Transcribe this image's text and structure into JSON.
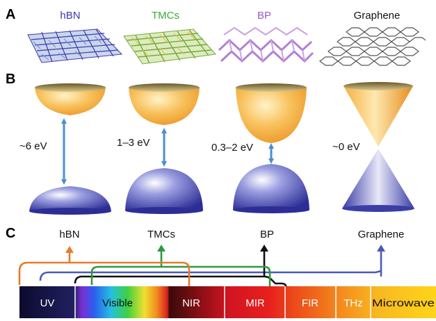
{
  "panels": {
    "a": "A",
    "b": "B",
    "c": "C"
  },
  "materials": [
    {
      "name": "hBN",
      "color": "#3d3aa8"
    },
    {
      "name": "TMCs",
      "color": "#3aaa3a"
    },
    {
      "name": "BP",
      "color": "#9a5bc4"
    },
    {
      "name": "Graphene",
      "color": "#111111"
    }
  ],
  "band_gaps": [
    "~6 eV",
    "1–3 eV",
    "0.3–2 eV",
    "~0 eV"
  ],
  "spectrum_labels": [
    "hBN",
    "TMCs",
    "BP",
    "Graphene"
  ],
  "bands": [
    {
      "label": "UV",
      "text_color": "#ffffff"
    },
    {
      "label": "Visible",
      "text_color": "#111111"
    },
    {
      "label": "NIR",
      "text_color": "#ffffff"
    },
    {
      "label": "MIR",
      "text_color": "#ffffff"
    },
    {
      "label": "FIR",
      "text_color": "#ffffff"
    },
    {
      "label": "THz",
      "text_color": "#ffffff"
    },
    {
      "label": "Microwave",
      "text_color": "#111111"
    }
  ],
  "colors": {
    "hbn_bracket": "#e87a2a",
    "tmc_bracket": "#2e9a3c",
    "bp_bracket": "#111111",
    "graphene_bracket": "#4a5bb5",
    "gap_arrow": "#4a8fd0",
    "conduction": "#f2a431",
    "valence": "#3b3da6"
  }
}
